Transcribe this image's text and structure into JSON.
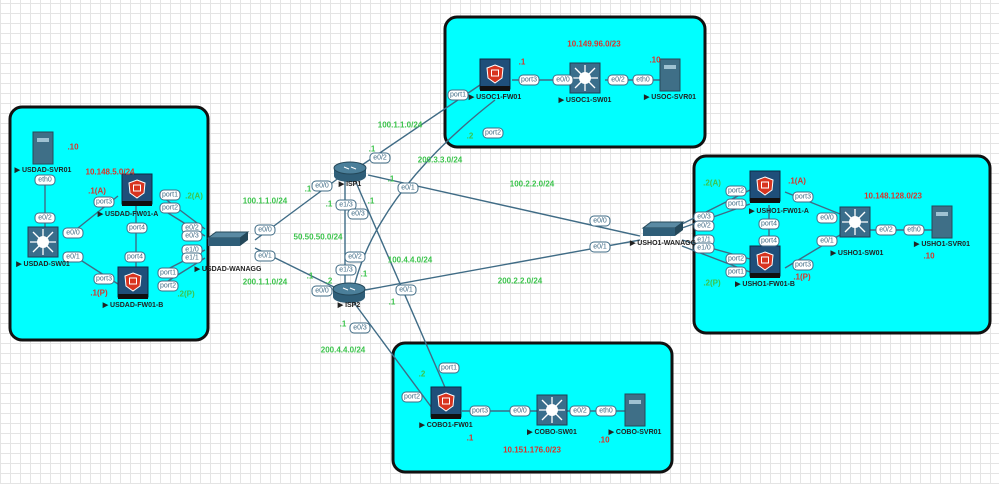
{
  "colors": {
    "site_fill": "#00ffff",
    "lan_text": "#d9342b",
    "wan_text": "#3cc44c",
    "link": "#3f6b85"
  },
  "nodes": {
    "usdad_svr01": {
      "label": "USDAD-SVR01",
      "icon": "server-icon"
    },
    "usdad_sw01": {
      "label": "USDAD-SW01",
      "icon": "l3-switch-icon"
    },
    "usdad_fw01_a": {
      "label": "USDAD-FW01-A",
      "icon": "firewall-icon"
    },
    "usdad_fw01_b": {
      "label": "USDAD-FW01-B",
      "icon": "firewall-icon"
    },
    "usdad_wanagg": {
      "label": "USDAD-WANAGG",
      "icon": "switch-icon"
    },
    "isp1": {
      "label": "ISP1",
      "icon": "router-icon"
    },
    "isp2": {
      "label": "ISP2",
      "icon": "router-icon"
    },
    "usoc1_fw01": {
      "label": "USOC1-FW01",
      "icon": "firewall-icon"
    },
    "usoc1_sw01": {
      "label": "USOC1-SW01",
      "icon": "l3-switch-icon"
    },
    "usoc_svr01": {
      "label": "USOC-SVR01",
      "icon": "server-icon"
    },
    "usho1_wanagg": {
      "label": "USHO1-WANAGG",
      "icon": "switch-icon"
    },
    "usho1_fw01_a": {
      "label": "USHO1-FW01-A",
      "icon": "firewall-icon"
    },
    "usho1_fw01_b": {
      "label": "USHO1-FW01-B",
      "icon": "firewall-icon"
    },
    "usho1_sw01": {
      "label": "USHO1-SW01",
      "icon": "l3-switch-icon"
    },
    "usho1_svr01": {
      "label": "USHO1-SVR01",
      "icon": "server-icon"
    },
    "cobo1_fw01": {
      "label": "COBO1-FW01",
      "icon": "firewall-icon"
    },
    "cobo_sw01": {
      "label": "COBO-SW01",
      "icon": "l3-switch-icon"
    },
    "cobo_svr01": {
      "label": "COBO-SVR01",
      "icon": "server-icon"
    }
  },
  "links": [
    {
      "from": "USDAD-SVR01",
      "from_port": "eth0",
      "to": "USDAD-SW01",
      "to_port": "e0/2"
    },
    {
      "from": "USDAD-SW01",
      "from_port": "e0/0",
      "to": "USDAD-FW01-A",
      "to_port": "port3"
    },
    {
      "from": "USDAD-SW01",
      "from_port": "e0/1",
      "to": "USDAD-FW01-B",
      "to_port": "port3"
    },
    {
      "from": "USDAD-FW01-A",
      "from_port": "port4",
      "to": "USDAD-FW01-B",
      "to_port": "port4"
    },
    {
      "from": "USDAD-FW01-A",
      "from_port": "port1",
      "to": "USDAD-WANAGG",
      "to_port": "e0/2"
    },
    {
      "from": "USDAD-FW01-A",
      "from_port": "port2",
      "to": "USDAD-WANAGG",
      "to_port": "e0/3"
    },
    {
      "from": "USDAD-FW01-B",
      "from_port": "port1",
      "to": "USDAD-WANAGG",
      "to_port": "e1/0"
    },
    {
      "from": "USDAD-FW01-B",
      "from_port": "port2",
      "to": "USDAD-WANAGG",
      "to_port": "e1/1"
    },
    {
      "from": "USDAD-WANAGG",
      "from_port": "e0/0",
      "to": "ISP1",
      "to_port": "e0/0"
    },
    {
      "from": "USDAD-WANAGG",
      "from_port": "e0/1",
      "to": "ISP2",
      "to_port": "e0/0"
    },
    {
      "from": "ISP1",
      "from_port": "e0/2",
      "to": "USOC1-FW01",
      "to_port": "port1"
    },
    {
      "from": "ISP1",
      "from_port": "e0/1",
      "to": "USHO1-WANAGG",
      "to_port": "e0/0"
    },
    {
      "from": "ISP1",
      "from_port": "e1/3",
      "to": "ISP2",
      "to_port": "e1/3"
    },
    {
      "from": "ISP1",
      "from_port": "e0/3",
      "to": "COBO1-FW01",
      "to_port": "port1"
    },
    {
      "from": "ISP2",
      "from_port": "e0/2",
      "to": "USOC1-FW01",
      "to_port": "port2"
    },
    {
      "from": "ISP2",
      "from_port": "e0/1",
      "to": "USHO1-WANAGG",
      "to_port": "e0/1"
    },
    {
      "from": "ISP2",
      "from_port": "e0/3",
      "to": "COBO1-FW01",
      "to_port": "port2"
    },
    {
      "from": "USOC1-FW01",
      "from_port": "port3",
      "to": "USOC1-SW01",
      "to_port": "e0/0"
    },
    {
      "from": "USOC1-SW01",
      "from_port": "e0/2",
      "to": "USOC-SVR01",
      "to_port": "eth0"
    },
    {
      "from": "USHO1-WANAGG",
      "from_port": "e0/3",
      "to": "USHO1-FW01-A",
      "to_port": "port2"
    },
    {
      "from": "USHO1-WANAGG",
      "from_port": "e0/2",
      "to": "USHO1-FW01-A",
      "to_port": "port1"
    },
    {
      "from": "USHO1-WANAGG",
      "from_port": "e1/1",
      "to": "USHO1-FW01-B",
      "to_port": "port2"
    },
    {
      "from": "USHO1-WANAGG",
      "from_port": "e1/0",
      "to": "USHO1-FW01-B",
      "to_port": "port1"
    },
    {
      "from": "USHO1-FW01-A",
      "from_port": "port4",
      "to": "USHO1-FW01-B",
      "to_port": "port4"
    },
    {
      "from": "USHO1-FW01-A",
      "from_port": "port3",
      "to": "USHO1-SW01",
      "to_port": "e0/0"
    },
    {
      "from": "USHO1-FW01-B",
      "from_port": "port3",
      "to": "USHO1-SW01",
      "to_port": "e0/1"
    },
    {
      "from": "USHO1-SW01",
      "from_port": "e0/2",
      "to": "USHO1-SVR01",
      "to_port": "eth0"
    },
    {
      "from": "COBO1-FW01",
      "from_port": "port3",
      "to": "COBO-SW01",
      "to_port": "e0/0"
    },
    {
      "from": "COBO-SW01",
      "from_port": "e0/2",
      "to": "COBO-SVR01",
      "to_port": "eth0"
    }
  ],
  "annotations": [
    {
      "text": ".10",
      "kind": "lan"
    },
    {
      "text": "10.148.5.0/24",
      "kind": "lan"
    },
    {
      "text": ".1(A)",
      "kind": "lan"
    },
    {
      "text": ".1(P)",
      "kind": "lan"
    },
    {
      "text": "10.149.96.0/23",
      "kind": "lan"
    },
    {
      "text": ".1",
      "kind": "lan"
    },
    {
      "text": ".10",
      "kind": "lan"
    },
    {
      "text": ".1(A)",
      "kind": "lan"
    },
    {
      "text": ".1(P)",
      "kind": "lan"
    },
    {
      "text": "10.148.128.0/23",
      "kind": "lan"
    },
    {
      "text": ".10",
      "kind": "lan"
    },
    {
      "text": ".1",
      "kind": "lan"
    },
    {
      "text": "10.151.176.0/23",
      "kind": "lan"
    },
    {
      "text": ".10",
      "kind": "lan"
    },
    {
      "text": ".2(A)",
      "kind": "wan"
    },
    {
      "text": ".2(P)",
      "kind": "wan"
    },
    {
      "text": "100.1.1.0/24",
      "kind": "wan"
    },
    {
      "text": ".1",
      "kind": "wan"
    },
    {
      "text": "200.1.1.0/24",
      "kind": "wan"
    },
    {
      "text": ".1",
      "kind": "wan"
    },
    {
      "text": "100.1.1.0/24",
      "kind": "wan"
    },
    {
      "text": ".1",
      "kind": "wan"
    },
    {
      "text": "200.3.3.0/24",
      "kind": "wan"
    },
    {
      "text": ".1",
      "kind": "wan"
    },
    {
      "text": ".1",
      "kind": "wan"
    },
    {
      "text": ".1",
      "kind": "wan"
    },
    {
      "text": "50.50.50.0/24",
      "kind": "wan"
    },
    {
      "text": "100.4.4.0/24",
      "kind": "wan"
    },
    {
      "text": ".2",
      "kind": "wan"
    },
    {
      "text": ".1",
      "kind": "wan"
    },
    {
      "text": ".1",
      "kind": "wan"
    },
    {
      "text": ".1",
      "kind": "wan"
    },
    {
      "text": "200.4.4.0/24",
      "kind": "wan"
    },
    {
      "text": "100.2.2.0/24",
      "kind": "wan"
    },
    {
      "text": "200.2.2.0/24",
      "kind": "wan"
    },
    {
      "text": ".2",
      "kind": "wan"
    },
    {
      "text": ".2",
      "kind": "wan"
    },
    {
      "text": ".2(A)",
      "kind": "wan"
    },
    {
      "text": ".2(P)",
      "kind": "wan"
    }
  ]
}
